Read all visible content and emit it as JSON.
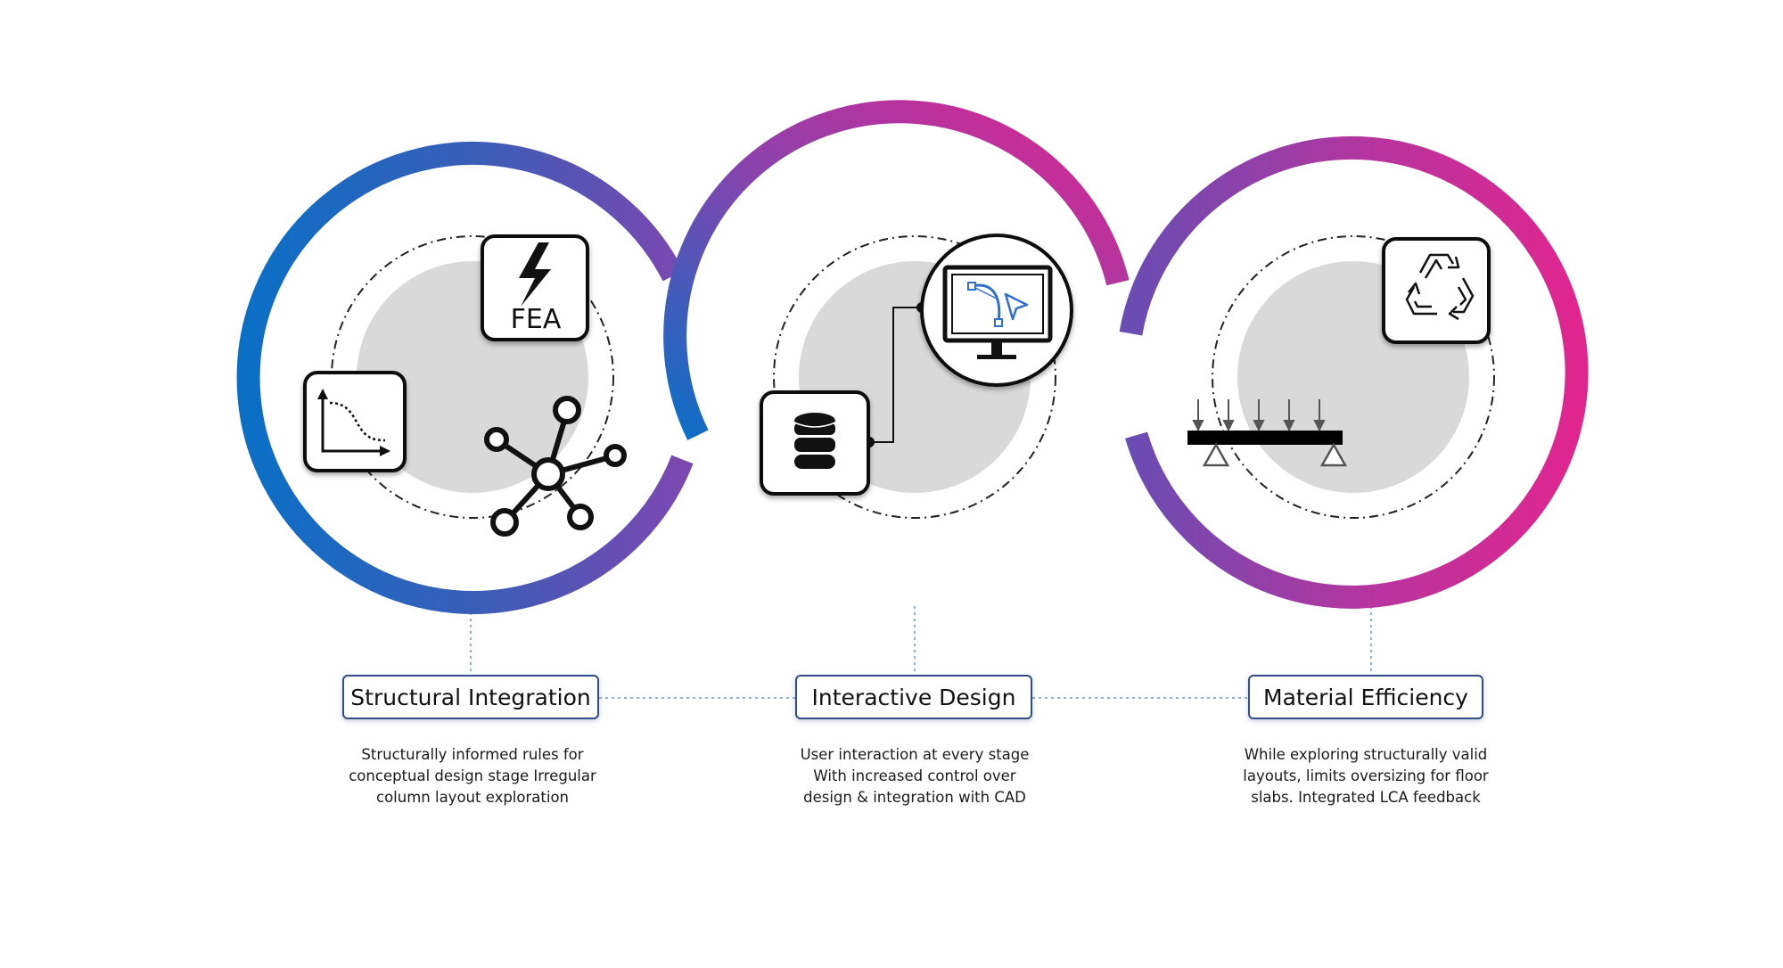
{
  "stages": [
    {
      "title": "Structural Integration",
      "description": [
        "Structurally informed rules for",
        "conceptual design stage Irregular",
        "column layout exploration"
      ],
      "icons": [
        "curve-graph-icon",
        "fea-lightning-icon",
        "network-node-icon"
      ],
      "fea_label": "FEA"
    },
    {
      "title": "Interactive Design",
      "description": [
        "User interaction at every stage",
        "With increased control over",
        "design & integration with CAD"
      ],
      "icons": [
        "database-icon",
        "cad-monitor-icon"
      ]
    },
    {
      "title": "Material Efficiency",
      "description": [
        "While exploring structurally valid",
        "layouts, limits oversizing for floor",
        "slabs. Integrated LCA feedback"
      ],
      "icons": [
        "recycle-icon",
        "loaded-beam-icon"
      ]
    }
  ],
  "colors": {
    "blue": "#0d72c4",
    "purple": "#7a48b0",
    "magenta": "#e0258f",
    "label_border": "#2f4f86",
    "connector": "#8fb0d8",
    "inner_disc": "#d9d9d9"
  }
}
